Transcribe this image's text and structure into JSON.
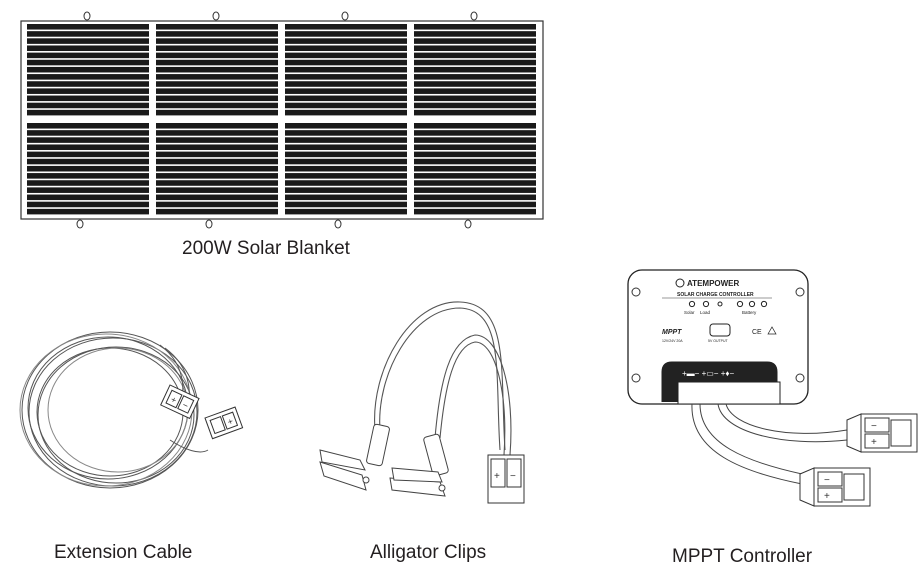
{
  "captions": {
    "solar_blanket": "200W Solar Blanket",
    "extension_cable": "Extension Cable",
    "alligator_clips": "Alligator Clips",
    "mppt_controller": "MPPT Controller"
  },
  "controller": {
    "brand": "ATEMPOWER",
    "heading": "SOLAR CHARGE CONTROLLER",
    "label_solar": "Solar",
    "label_load": "Load",
    "label_battery": "Battery",
    "model": "MPPT",
    "spec": "12V/24V 20A",
    "usb_label": "5V OUTPUT",
    "cert": "CE"
  },
  "connectors": {
    "plus": "+",
    "minus": "−"
  },
  "solar_blanket": {
    "panels_cols": 4,
    "panels_rows": 2,
    "stripes_per_panel": 13
  }
}
